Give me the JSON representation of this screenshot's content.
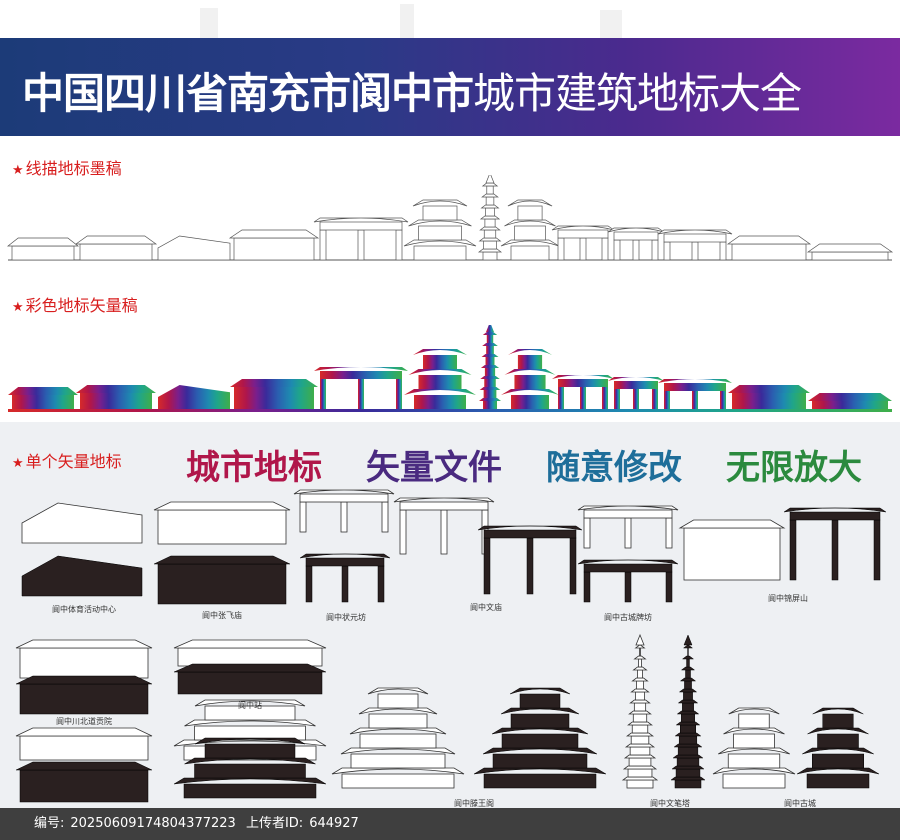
{
  "banner": {
    "title_bold": "中国四川省南充市阆中市",
    "title_normal": "城市建筑地标大全"
  },
  "sections": {
    "line_label": "线描地标墨稿",
    "color_label": "彩色地标矢量稿",
    "single_label": "单个矢量地标",
    "star": "★"
  },
  "slogans": [
    {
      "text": "城市地标",
      "color": "#b0164a"
    },
    {
      "text": "矢量文件",
      "color": "#4a2a80"
    },
    {
      "text": "随意修改",
      "color": "#1e6e9a"
    },
    {
      "text": "无限放大",
      "color": "#2b8a3e"
    }
  ],
  "captions": [
    "阆中体育活动中心",
    "阆中张飞庙",
    "阆中状元坊",
    "阆中文庙",
    "阆中古城牌坊",
    "阆中锦屏山",
    "阆中川北道贡院",
    "阆中站",
    "阆中滕王阁",
    "阆中文笔塔",
    "阆中古城"
  ],
  "footer": {
    "id_label": "编号:",
    "id_value": "20250609174804377223",
    "uploader_label": "上传者ID:",
    "uploader_value": "644927"
  },
  "colors": {
    "gradient_stops": [
      "#d62a2a",
      "#b0164a",
      "#7a1f8c",
      "#3a2a9a",
      "#2a5fb0",
      "#1e8ab0",
      "#1fa58a",
      "#3fae4a"
    ],
    "dark": "#2a2020"
  }
}
